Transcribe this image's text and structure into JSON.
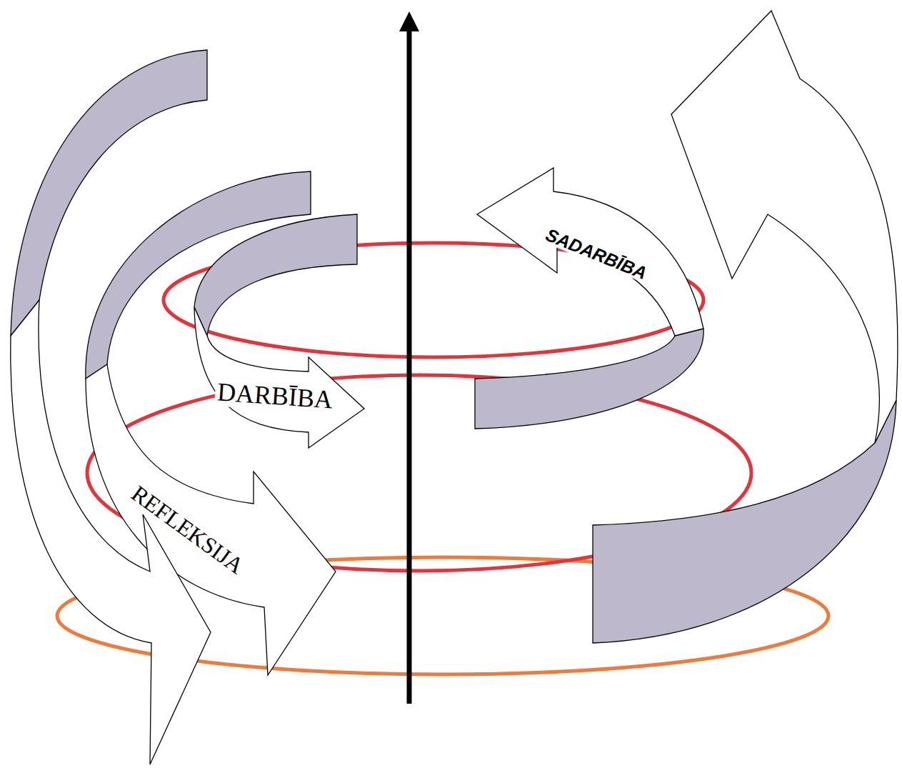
{
  "diagram": {
    "labels": [
      "SADARBĪBA",
      "DARBĪBA",
      "REFLEKSIJA"
    ]
  }
}
